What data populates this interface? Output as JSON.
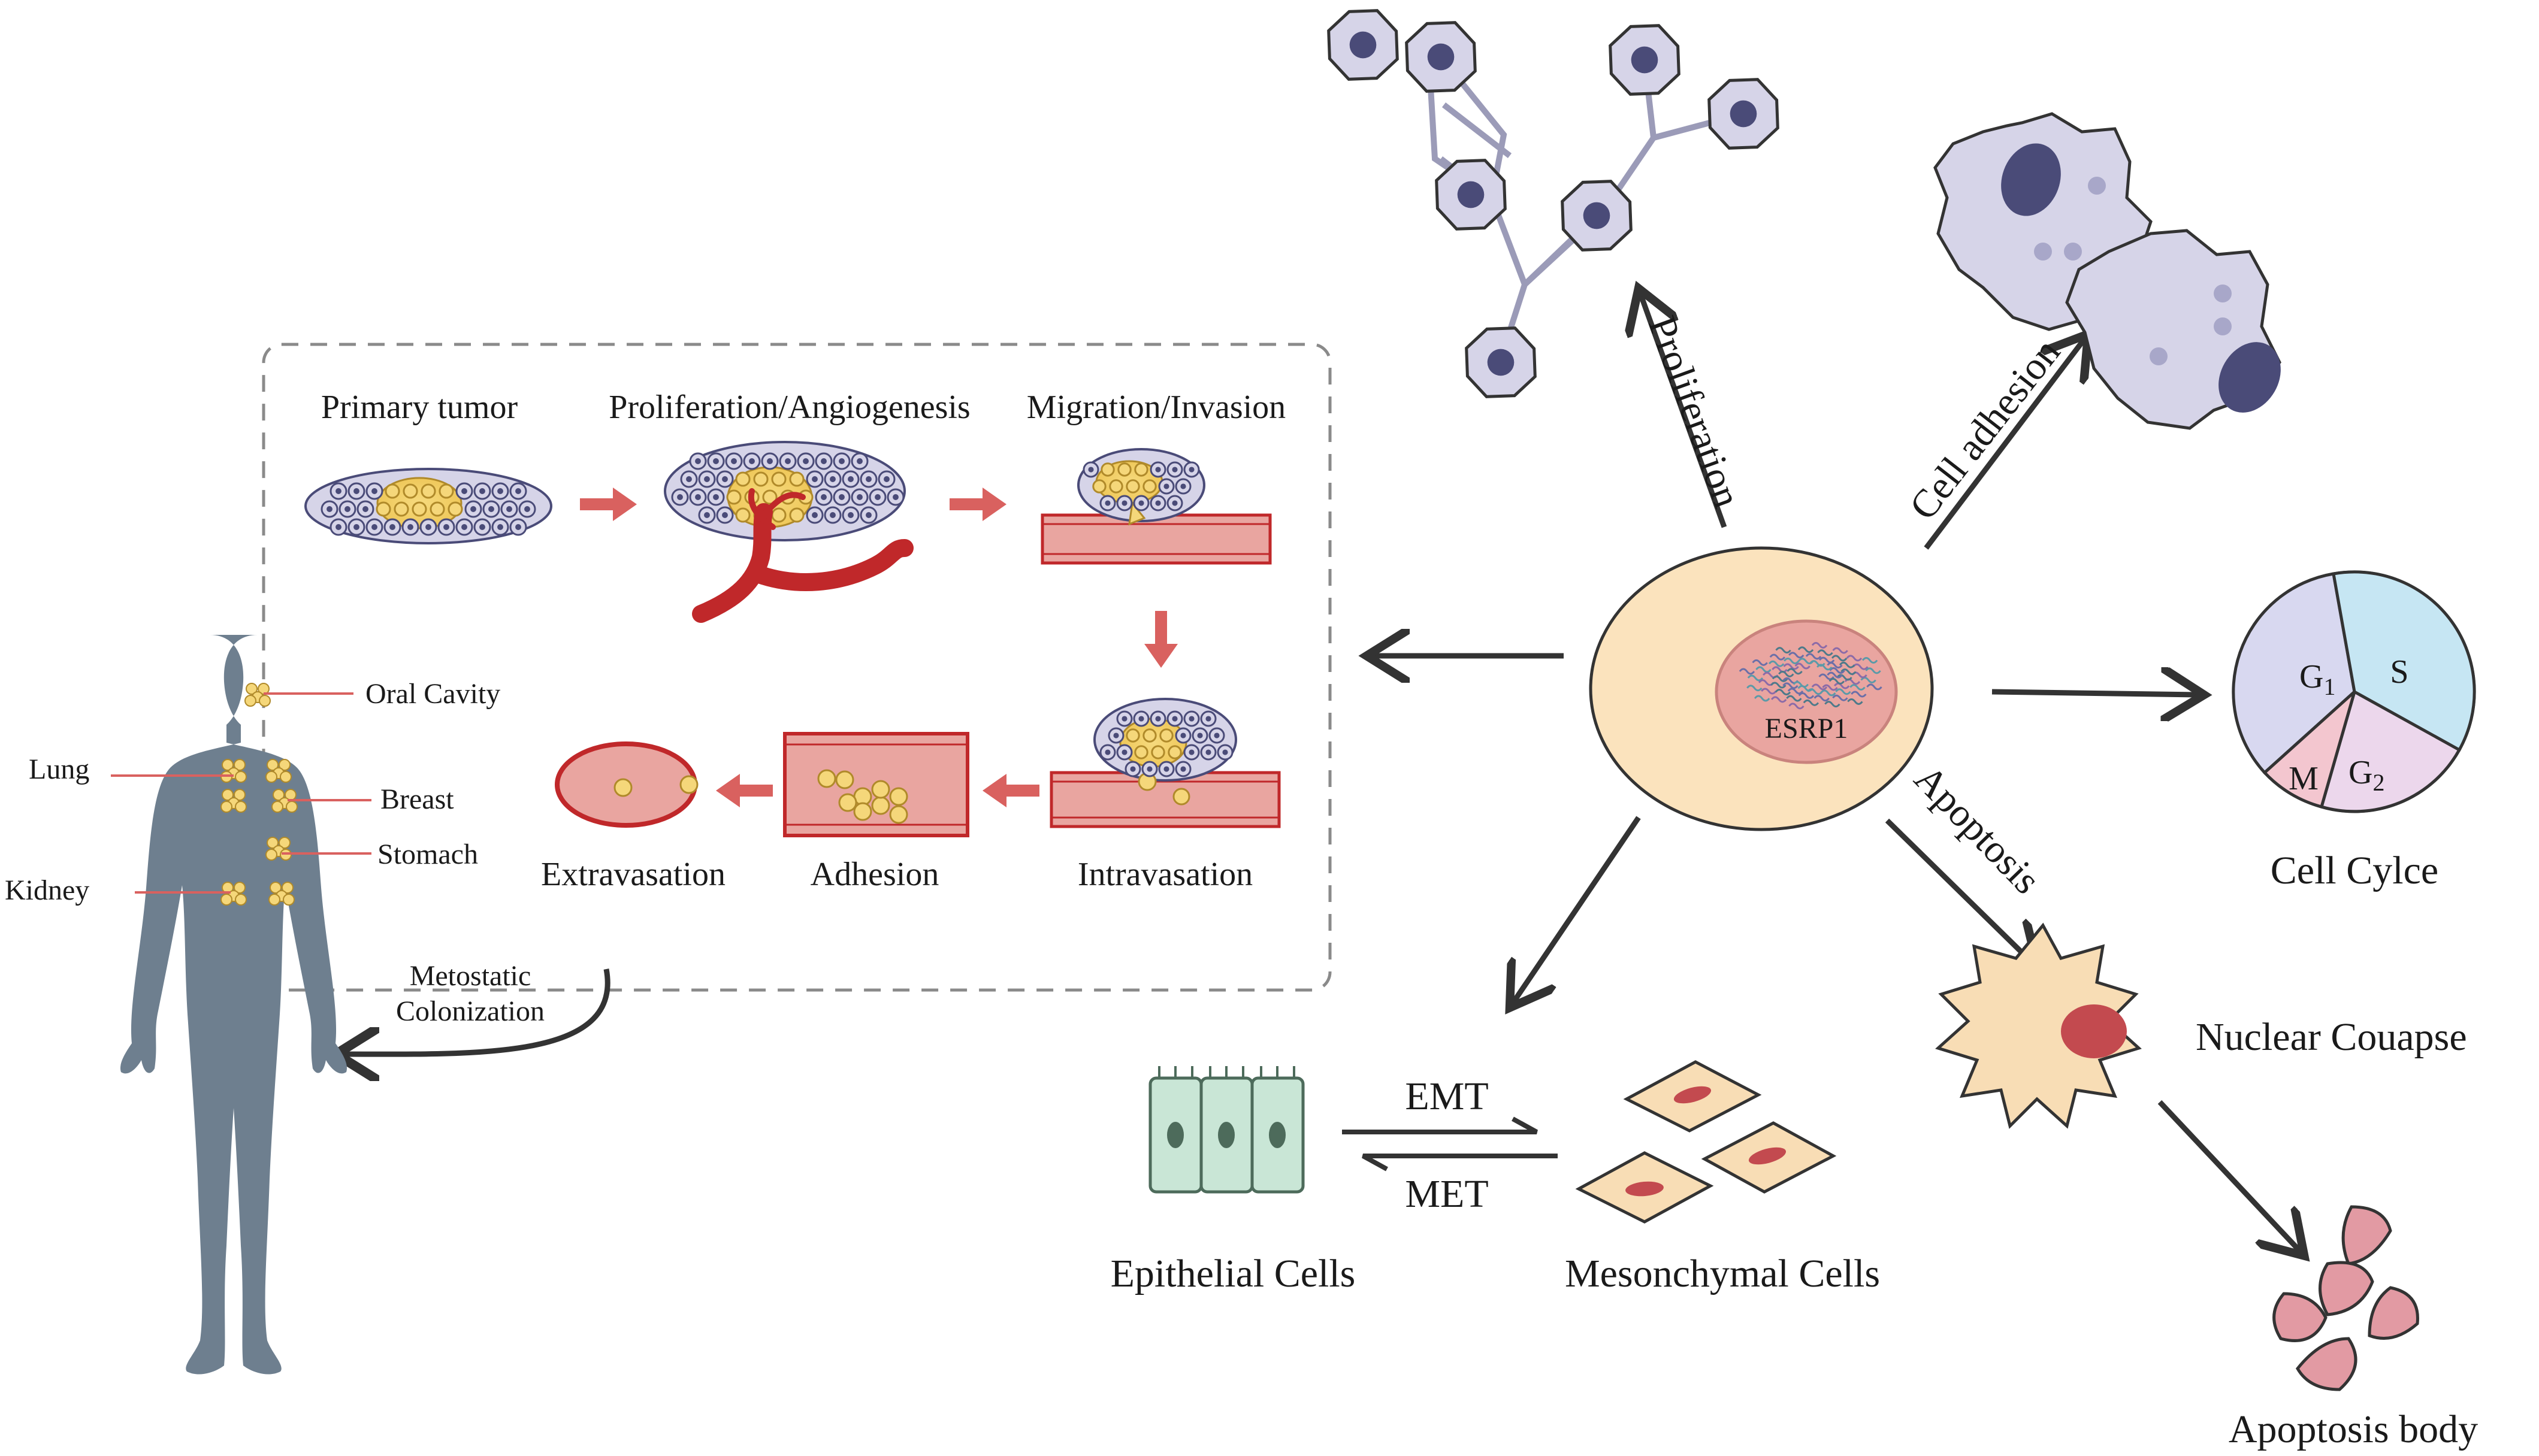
{
  "metastasis_steps": {
    "primary_tumor": "Primary tumor",
    "proliferation_angiogenesis": "Proliferation/Angiogenesis",
    "migration_invasion": "Migration/Invasion",
    "intravasation": "Intravasation",
    "adhesion": "Adhesion",
    "extravasation": "Extravasation",
    "metastatic_colonization_line1": "Metostatic",
    "metastatic_colonization_line2": "Colonization"
  },
  "body_sites": {
    "oral_cavity": "Oral Cavity",
    "lung": "Lung",
    "breast": "Breast",
    "stomach": "Stomach",
    "kidney": "Kidney"
  },
  "center": {
    "gene": "ESRP1"
  },
  "processes": {
    "proliferation": "Proliferation",
    "cell_adhesion": "Cell adhesion",
    "apoptosis": "Apoptosis",
    "emt": "EMT",
    "met": "MET"
  },
  "cell_cycle": {
    "title": "Cell Cylce",
    "g1": "G",
    "g1_sub": "1",
    "s": "S",
    "m": "M",
    "g2": "G",
    "g2_sub": "2"
  },
  "cell_types": {
    "epithelial": "Epithelial Cells",
    "mesenchymal": "Mesonchymal Cells",
    "nuclear_collapse": "Nuclear Couapse",
    "apoptosis_body": "Apoptosis body"
  },
  "colors": {
    "arrow_dark": "#333333",
    "step_arrow": "#d9615f",
    "cell_fill": "#d6d4e8",
    "cell_nucleus": "#4a4b78",
    "tumor_core": "#f5d77a",
    "vessel": "#c0282a",
    "body": "#6e7f8f",
    "esrp1_cytoplasm": "#fbe3bd",
    "esrp1_nucleus": "#e9a5a0",
    "g1_fill": "#d8d8f0",
    "s_fill": "#c6e6f3",
    "m_fill": "#f3c6cf",
    "g2_fill": "#ecd7ec",
    "epithelial_fill": "#c9e6d6",
    "mesenchymal_fill": "#f8ddb5",
    "apoptosis_fill": "#e29aa3"
  }
}
